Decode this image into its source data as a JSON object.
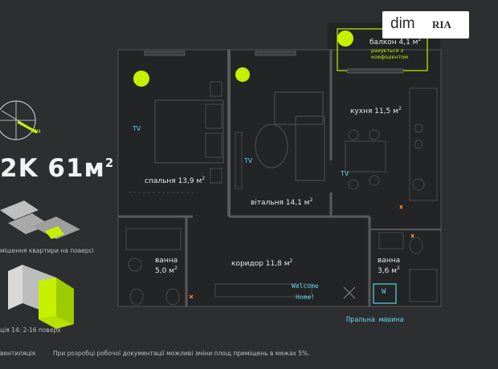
{
  "logo": {
    "dim": "dim",
    "ria": "RIA"
  },
  "apartment": {
    "type": "2K 61м",
    "sup": "2"
  },
  "rooms": {
    "balcony": {
      "name": "балкон 4,1 м",
      "note1": "рахується з",
      "note2": "коефіцієнтом"
    },
    "kitchen": {
      "name": "кухня 11,5 м"
    },
    "bedroom": {
      "name": "спальня 13,9 м"
    },
    "living": {
      "name": "вітальня 14,1 м"
    },
    "corridor": {
      "name": "коридор 11,8 м"
    },
    "bath1": {
      "name": "ванна",
      "area": "5,0 м"
    },
    "bath2": {
      "name": "ванна",
      "area": "3,6 м"
    }
  },
  "sq": "2",
  "tv": [
    "TV",
    "TV",
    "TV"
  ],
  "welcome": {
    "line1": "Welcome",
    "line2": "Home!"
  },
  "washer": {
    "label": "Пральна машина",
    "mark": "W"
  },
  "left_info": {
    "compass": "ПН",
    "position": "мішення квартири на поверсі",
    "section": "ція 14: 2-16 поверх",
    "vent": "вентиляція"
  },
  "footnote": "При розробці робочої документації можливі зміни площ приміщень в межах 5%.",
  "colors": {
    "bg": "#2d2e30",
    "accent": "#c6f000",
    "cyan": "#5fd3e6",
    "plan": "#232426"
  }
}
